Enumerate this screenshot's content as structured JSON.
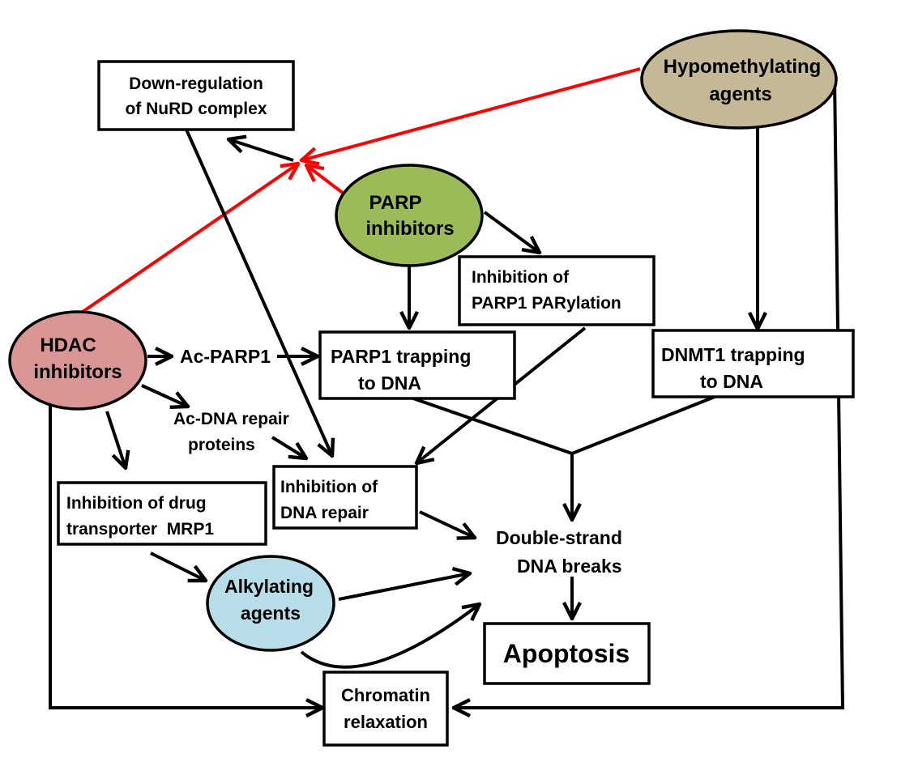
{
  "nodes": {
    "nurd": {
      "lines": [
        "Down-regulation",
        "of NuRD complex"
      ]
    },
    "hypo": {
      "lines": [
        "Hypomethylating",
        "agents"
      ],
      "fill": "#c4b897"
    },
    "parp_inh": {
      "lines": [
        "PARP",
        "inhibitors"
      ],
      "fill": "#9bbb59"
    },
    "parylation": {
      "lines": [
        "Inhibition of",
        "PARP1 PARylation"
      ]
    },
    "hdac": {
      "lines": [
        "HDAC",
        "inhibitors"
      ],
      "fill": "#d99694"
    },
    "ac_parp1": {
      "lines": [
        "Ac-PARP1"
      ]
    },
    "parp_trap": {
      "lines": [
        "PARP1 trapping",
        "to DNA"
      ]
    },
    "dnmt_trap": {
      "lines": [
        "DNMT1 trapping",
        "to DNA"
      ]
    },
    "ac_dna": {
      "lines": [
        "Ac-DNA repair",
        "proteins"
      ]
    },
    "inh_repair": {
      "lines": [
        "Inhibition of",
        "DNA repair"
      ]
    },
    "mrp1": {
      "lines": [
        "Inhibition of drug",
        "transporter  MRP1"
      ]
    },
    "dsb": {
      "lines": [
        "Double-strand",
        "DNA breaks"
      ]
    },
    "alkyl": {
      "lines": [
        "Alkylating",
        "agents"
      ],
      "fill": "#b6dde8"
    },
    "apoptosis": {
      "lines": [
        "Apoptosis"
      ]
    },
    "chromatin": {
      "lines": [
        "Chromatin",
        "relaxation"
      ]
    }
  },
  "colors": {
    "stroke": "#000000",
    "inhibit": "#ff0000"
  }
}
